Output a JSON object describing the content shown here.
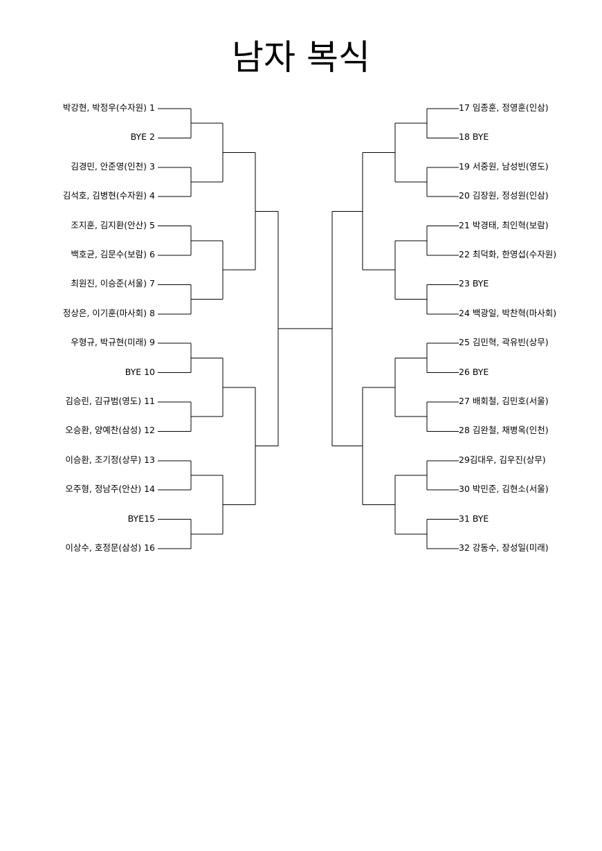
{
  "title": "남자 복식",
  "left_entries": [
    {
      "text": "박강현, 박정우(수자원)  1"
    },
    {
      "text": "BYE  2"
    },
    {
      "text": "김경민, 안준영(인천)  3"
    },
    {
      "text": "김석호, 김병현(수자원)  4"
    },
    {
      "text": "조지훈, 김지환(안산)  5"
    },
    {
      "text": "백호균, 김문수(보람)  6"
    },
    {
      "text": "최원진, 이승준(서울)  7"
    },
    {
      "text": "정상은, 이기훈(마사회)  8"
    },
    {
      "text": "우형규, 박규현(미래)  9"
    },
    {
      "text": "BYE  10"
    },
    {
      "text": "김승린, 김규범(영도)  11"
    },
    {
      "text": "오승환, 양예찬(삼성)  12"
    },
    {
      "text": "이승환, 조기정(상무)  13"
    },
    {
      "text": "오주형, 정남주(안산)  14"
    },
    {
      "text": "BYE15"
    },
    {
      "text": "이상수, 호정문(삼성)  16"
    }
  ],
  "right_entries": [
    {
      "text": "17  임종훈, 정영훈(인삼)"
    },
    {
      "text": "18  BYE"
    },
    {
      "text": "19  서중원, 남성빈(영도)"
    },
    {
      "text": "20  김장원, 정성원(인삼)"
    },
    {
      "text": "21  박경태, 최인혁(보람)"
    },
    {
      "text": "22  최덕화, 한영섭(수자원)"
    },
    {
      "text": "23  BYE"
    },
    {
      "text": "24  백광일, 박찬혁(마사회)"
    },
    {
      "text": "25  김민혁, 곽유빈(상무)"
    },
    {
      "text": "26  BYE"
    },
    {
      "text": "27  배회철, 김민호(서울)"
    },
    {
      "text": "28  김완철, 채병옥(인천)"
    },
    {
      "text": "29김대우, 김우진(상무)"
    },
    {
      "text": "30  박민준, 김현소(서울)"
    },
    {
      "text": "31  BYE"
    },
    {
      "text": "32  강동수, 장성일(미래)"
    }
  ]
}
